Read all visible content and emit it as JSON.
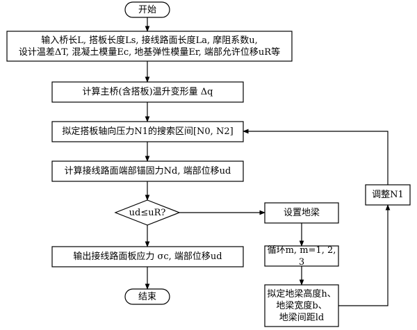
{
  "nodes": {
    "start": "开始",
    "input_line1": "输入桥长L, 搭板长度Ls, 接线路面长度La, 摩阻系数u,",
    "input_line2": "设计温差ΔT, 混凝土模量Ec, 地基弹性模量Er, 端部允许位移uR等",
    "calc_bridge": "计算主桥(含搭板)温升变形量 Δq",
    "search_interval": "拟定搭板轴向压力N1的搜索区间[N0, N2]",
    "calc_pavement": "计算接线路面端部锚固力Nd, 端部位移ud",
    "decision": "ud≤uR?",
    "output": "输出接线路面板应力 σc, 端部位移ud",
    "end": "结束",
    "set_beam": "设置地梁",
    "loop": "循环m, m=1, 2, 3",
    "beam_line1": "拟定地梁高度h、",
    "beam_line2": "地梁宽度b、",
    "beam_line3": "地梁间距ld",
    "adjust": "调整N1"
  }
}
